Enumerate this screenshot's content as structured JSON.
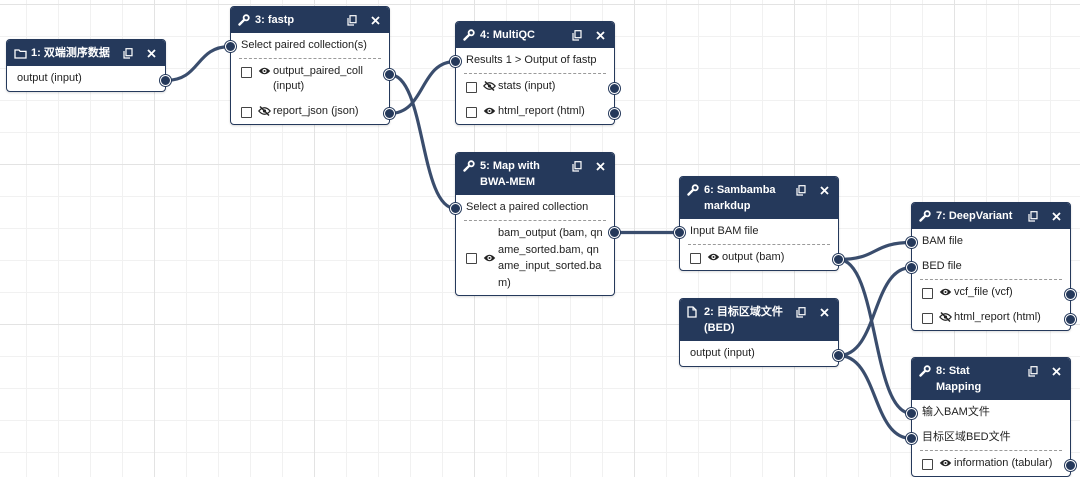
{
  "colors": {
    "node_header": "#25395b",
    "edge": "#3a4d6d",
    "grid": "#e3e3e3"
  },
  "nodes": [
    {
      "id": "n1",
      "icon": "folder-icon",
      "title": "1: 双端测序数据",
      "inputs": [],
      "description": "",
      "outputs": [
        {
          "label": "output (input)",
          "plain": true
        }
      ]
    },
    {
      "id": "n3",
      "icon": "wrench-icon",
      "title": "3: fastp",
      "inputs": [
        {
          "label": "Select paired collection(s)"
        }
      ],
      "outputs": [
        {
          "label": "output_paired_coll (input)",
          "visible": true
        },
        {
          "label": "report_json (json)",
          "visible": false
        }
      ]
    },
    {
      "id": "n4",
      "icon": "wrench-icon",
      "title": "4: MultiQC",
      "inputs": [
        {
          "label": "Results 1 > Output of fastp"
        }
      ],
      "outputs": [
        {
          "label": "stats (input)",
          "visible": false
        },
        {
          "label": "html_report (html)",
          "visible": true
        }
      ]
    },
    {
      "id": "n5",
      "icon": "wrench-icon",
      "title": "5: Map with BWA-MEM",
      "inputs": [
        {
          "label": "Select a paired collection"
        }
      ],
      "outputs": [
        {
          "label": "bam_output (bam, qname_sorted.bam, qname_input_sorted.bam)",
          "visible": true
        }
      ]
    },
    {
      "id": "n6",
      "icon": "wrench-icon",
      "title": "6: Sambamba markdup",
      "inputs": [
        {
          "label": "Input BAM file"
        }
      ],
      "outputs": [
        {
          "label": "output (bam)",
          "visible": true
        }
      ]
    },
    {
      "id": "n2",
      "icon": "file-icon",
      "title": "2: 目标区域文件 (BED)",
      "inputs": [],
      "outputs": [
        {
          "label": "output (input)",
          "plain": true
        }
      ]
    },
    {
      "id": "n7",
      "icon": "wrench-icon",
      "title": "7: DeepVariant",
      "inputs": [
        {
          "label": "BAM file"
        },
        {
          "label": "BED file"
        }
      ],
      "outputs": [
        {
          "label": "vcf_file (vcf)",
          "visible": true
        },
        {
          "label": "html_report (html)",
          "visible": false
        }
      ]
    },
    {
      "id": "n8",
      "icon": "wrench-icon",
      "title": "8: Stat Mapping",
      "inputs": [
        {
          "label": "输入BAM文件"
        },
        {
          "label": "目标区域BED文件"
        }
      ],
      "outputs": [
        {
          "label": "information (tabular)",
          "visible": true
        }
      ]
    }
  ],
  "links": [
    {
      "from": "n1.out0",
      "to": "n3.in0"
    },
    {
      "from": "n3.out0",
      "to": "n5.in0"
    },
    {
      "from": "n3.out1",
      "to": "n4.in0"
    },
    {
      "from": "n5.out0",
      "to": "n6.in0"
    },
    {
      "from": "n6.out0",
      "to": "n7.in0"
    },
    {
      "from": "n6.out0",
      "to": "n8.in0"
    },
    {
      "from": "n2.out0",
      "to": "n7.in1"
    },
    {
      "from": "n2.out0",
      "to": "n8.in1"
    }
  ]
}
